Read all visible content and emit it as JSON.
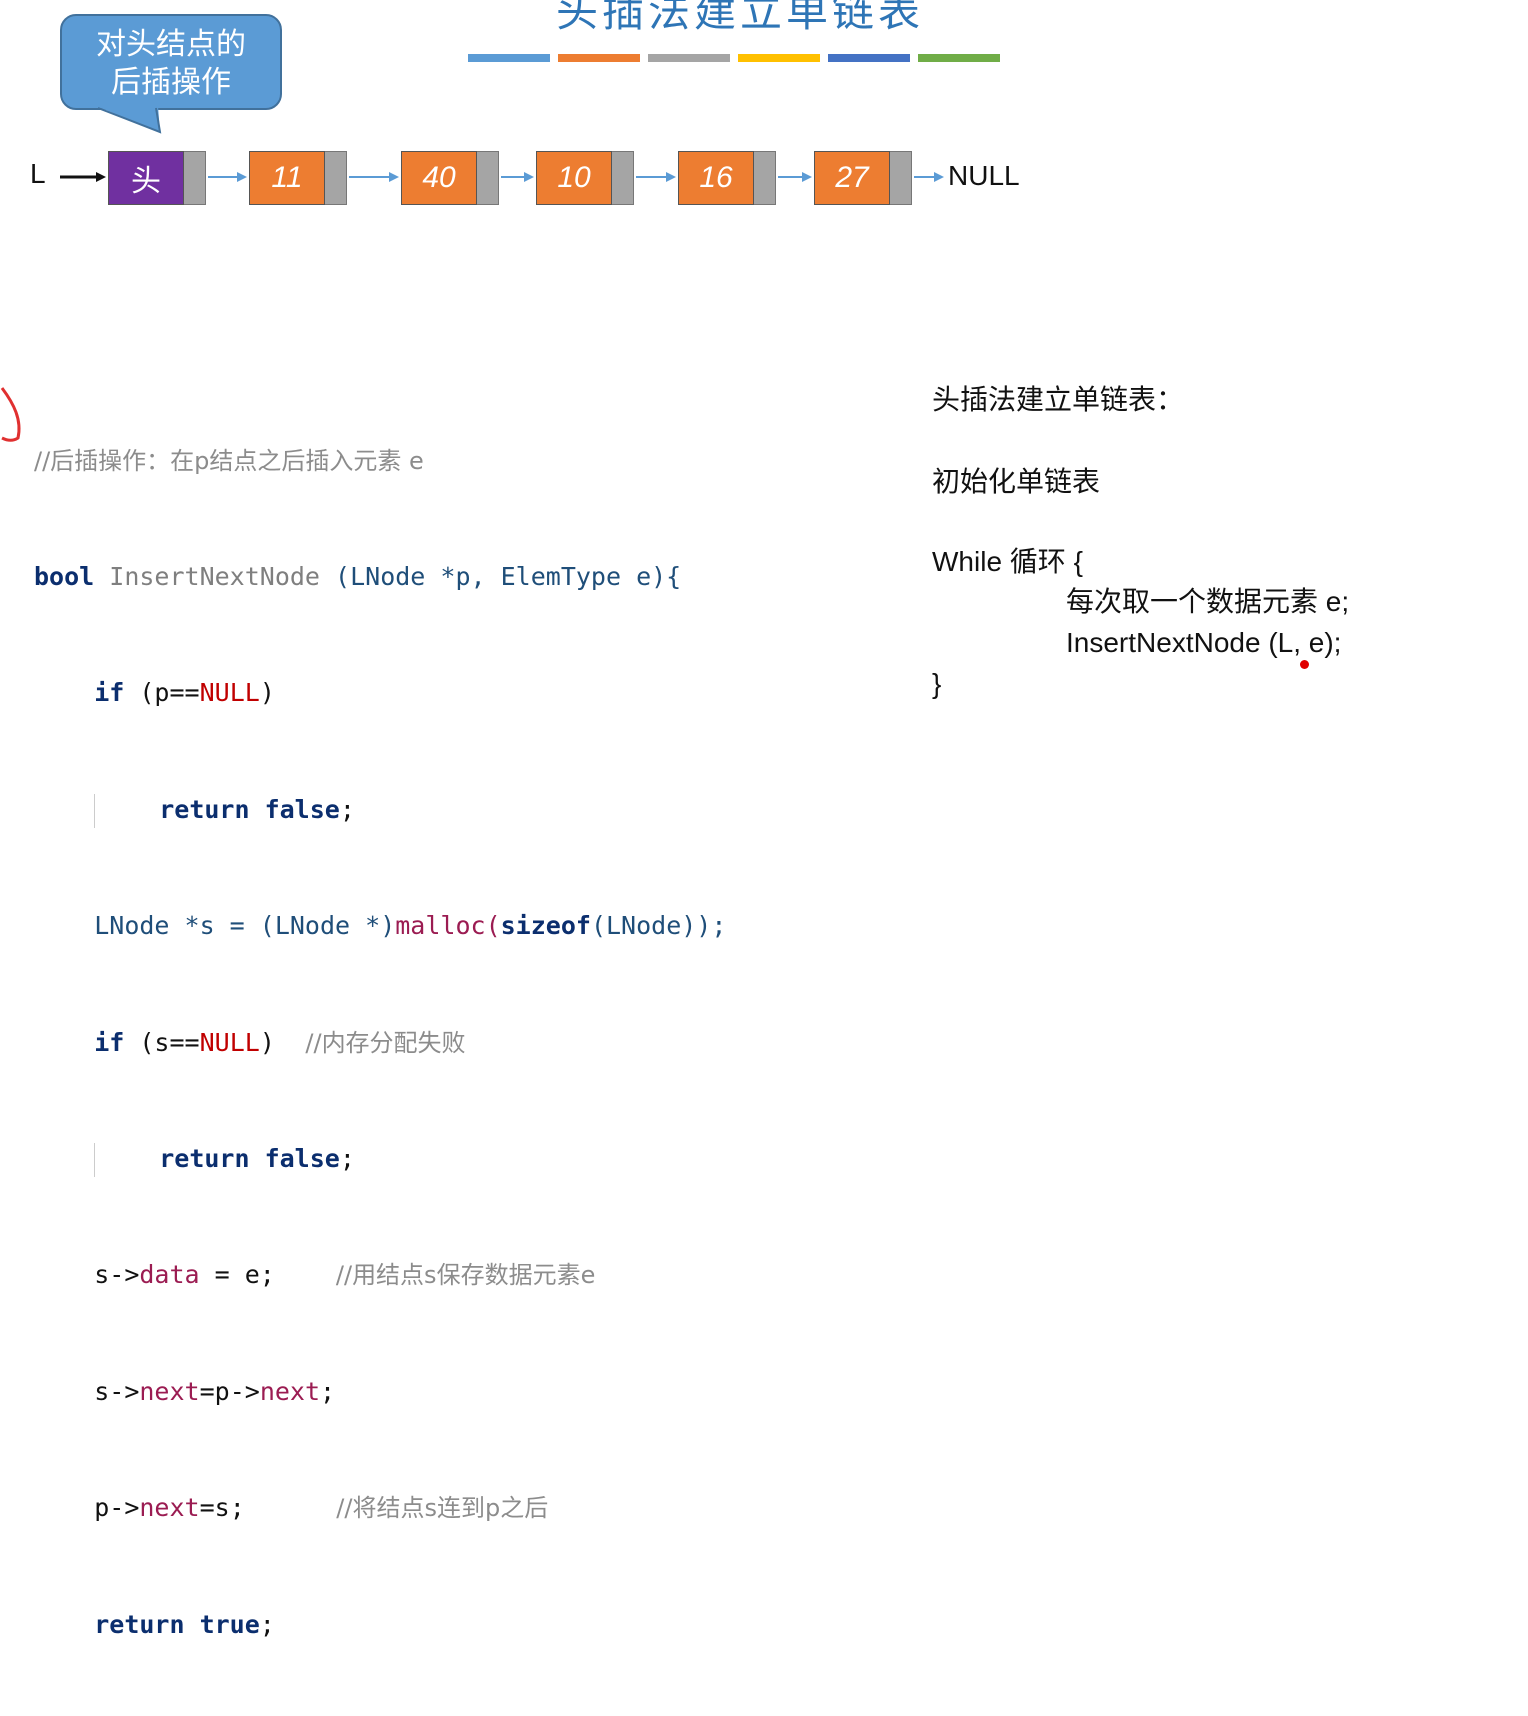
{
  "slide": {
    "title": "头插法建立单链表",
    "bar_colors": [
      "#5b9bd5",
      "#ed7d31",
      "#a5a5a5",
      "#ffc000",
      "#4472c4",
      "#70ad47"
    ]
  },
  "callout": {
    "line1": "对头结点的",
    "line2": "后插操作"
  },
  "linked_list": {
    "list_pointer": "L",
    "head_label": "头",
    "nodes": [
      "11",
      "40",
      "10",
      "16",
      "27"
    ],
    "terminator": "NULL",
    "colors": {
      "head": "#7030a0",
      "data": "#ed7d31",
      "pointer": "#a5a5a5",
      "arrow": "#5b9bd5"
    }
  },
  "code": {
    "comment_header": "//后插操作：在p结点之后插入元素 e",
    "kw_bool": "bool",
    "fn_name": " InsertNextNode",
    "sig_rest": " (LNode *p, ElemType e){",
    "kw_if": "if",
    "cond1_a": " (p==",
    "null": "NULL",
    "cond_close": ")",
    "kw_return": "return",
    "kw_false": " false",
    "semicolon": ";",
    "alloc_a": "LNode *s = (LNode *)",
    "malloc": "malloc",
    "paren_open": "(",
    "kw_sizeof": "sizeof",
    "alloc_b": "(LNode));",
    "cond2_a": " (s==",
    "comment_alloc": "    //内存分配失败",
    "data_a": "s->",
    "field_data": "data",
    "data_b": " = e;",
    "comment_data": "        //用结点s保存数据元素e",
    "next_a": "s->",
    "field_next": "next",
    "next_b": "=p->",
    "next_c": ";",
    "link_a": "p->",
    "link_b": "=s;",
    "comment_link": "            //将结点s连到p之后",
    "kw_true": " true",
    "close_brace": "}"
  },
  "outline": {
    "heading": "头插法建立单链表：",
    "init": "初始化单链表",
    "while": "While 循环 {",
    "step1": "每次取一个数据元素 e;",
    "step2": "InsertNextNode (L, e);",
    "close": "}"
  }
}
